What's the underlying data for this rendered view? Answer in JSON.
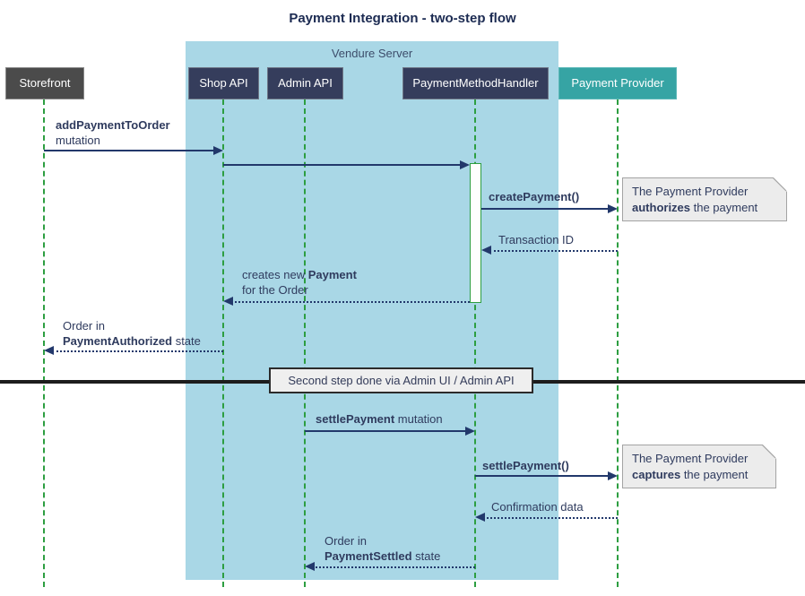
{
  "title": "Payment Integration - two-step flow",
  "frame": {
    "label": "Vendure Server"
  },
  "participants": {
    "storefront": {
      "label": "Storefront"
    },
    "shop_api": {
      "label": "Shop API"
    },
    "admin_api": {
      "label": "Admin API"
    },
    "payment_method_handler": {
      "label": "PaymentMethodHandler"
    },
    "payment_provider": {
      "label": "Payment Provider"
    }
  },
  "messages": {
    "add_payment": {
      "bold": "addPaymentToOrder",
      "line2": "mutation"
    },
    "create_payment": {
      "label": "createPayment()"
    },
    "transaction_id": {
      "label": "Transaction ID"
    },
    "creates_new_payment": {
      "prefix": "creates new ",
      "bold": "Payment",
      "line2": "for the Order"
    },
    "order_authorized": {
      "line1": "Order in",
      "bold": "PaymentAuthorized",
      "suffix": " state"
    },
    "settle_payment_mutation": {
      "bold": "settlePayment",
      "suffix": " mutation"
    },
    "settle_payment_call": {
      "label": "settlePayment()"
    },
    "confirmation_data": {
      "label": "Confirmation data"
    },
    "order_settled": {
      "line1": "Order in",
      "bold": "PaymentSettled",
      "suffix": " state"
    }
  },
  "notes": {
    "authorize": {
      "line1": "The Payment Provider",
      "bold": "authorizes",
      "suffix": " the payment"
    },
    "capture": {
      "line1": "The Payment Provider",
      "bold": "captures",
      "suffix": " the payment"
    }
  },
  "divider": {
    "label": "Second step done via Admin UI / Admin API"
  },
  "colors": {
    "navy": "#22386b",
    "text_navy": "#2f3b5e",
    "participant_navy": "#353d5c",
    "storefront_gray": "#4b4b4b",
    "provider_teal": "#36a4a4",
    "frame_blue": "#a9d7e6",
    "lifeline_green": "#2d9e41",
    "note_gray": "#ececec"
  }
}
